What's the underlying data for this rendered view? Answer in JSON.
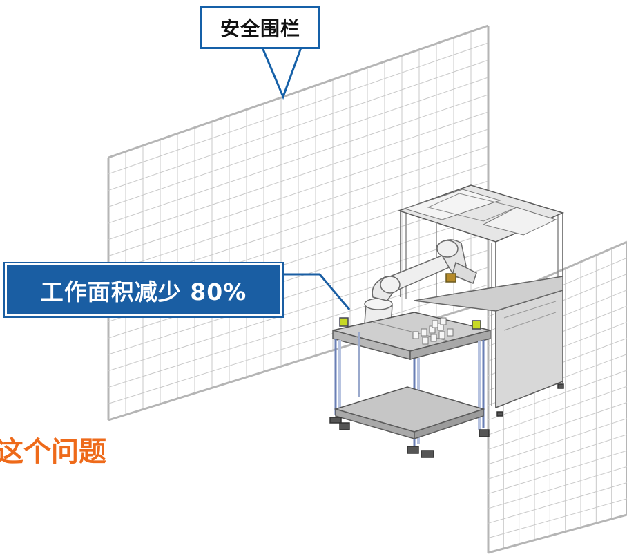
{
  "labels": {
    "fence": "安全围栏",
    "area_reduction": "工作面积减少 80%",
    "partial_heading": "这个问题"
  },
  "colors": {
    "callout_blue": "#1a5ea3",
    "callout_border": "#1560a8",
    "accent_orange": "#ee6a1a",
    "fence_grid": "#c9c9c9",
    "fence_edge": "#b5b5b5"
  },
  "icons": {
    "fence": "grid-fence-icon",
    "robot": "robot-arm-icon",
    "workstation": "workstation-cell-icon"
  }
}
